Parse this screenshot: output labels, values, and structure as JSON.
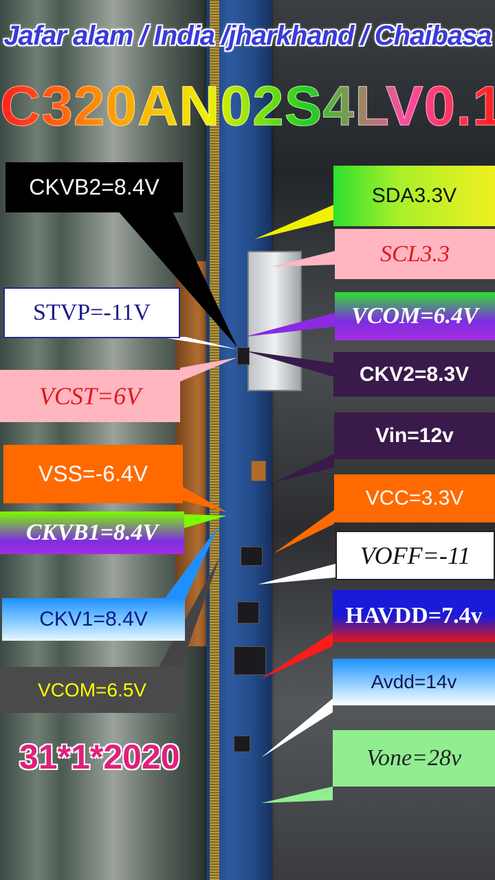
{
  "header": {
    "location_line": "Jafar alam / India /jharkhand / Chaibasa",
    "model": "C320AN02S4LV0.1"
  },
  "labels": {
    "ckvb2": "CKVB2=8.4V",
    "sda": "SDA3.3V",
    "scl": "SCL3.3",
    "stvp": "STVP=-11V",
    "vcom_right": "VCOM=6.4V",
    "ckv2": "CKV2=8.3V",
    "vcst": "VCST=6V",
    "vin": "Vin=12v",
    "vss": "VSS=-6.4V",
    "vcc": "VCC=3.3V",
    "ckvb1": "CKVB1=8.4V",
    "voff": "VOFF=-11",
    "ckv1": "CKV1=8.4V",
    "havdd": "HAVDD=7.4v",
    "vcom_left": "VCOM=6.5V",
    "avdd": "Avdd=14v",
    "vone": "Vone=28v"
  },
  "date": "31*1*2020"
}
